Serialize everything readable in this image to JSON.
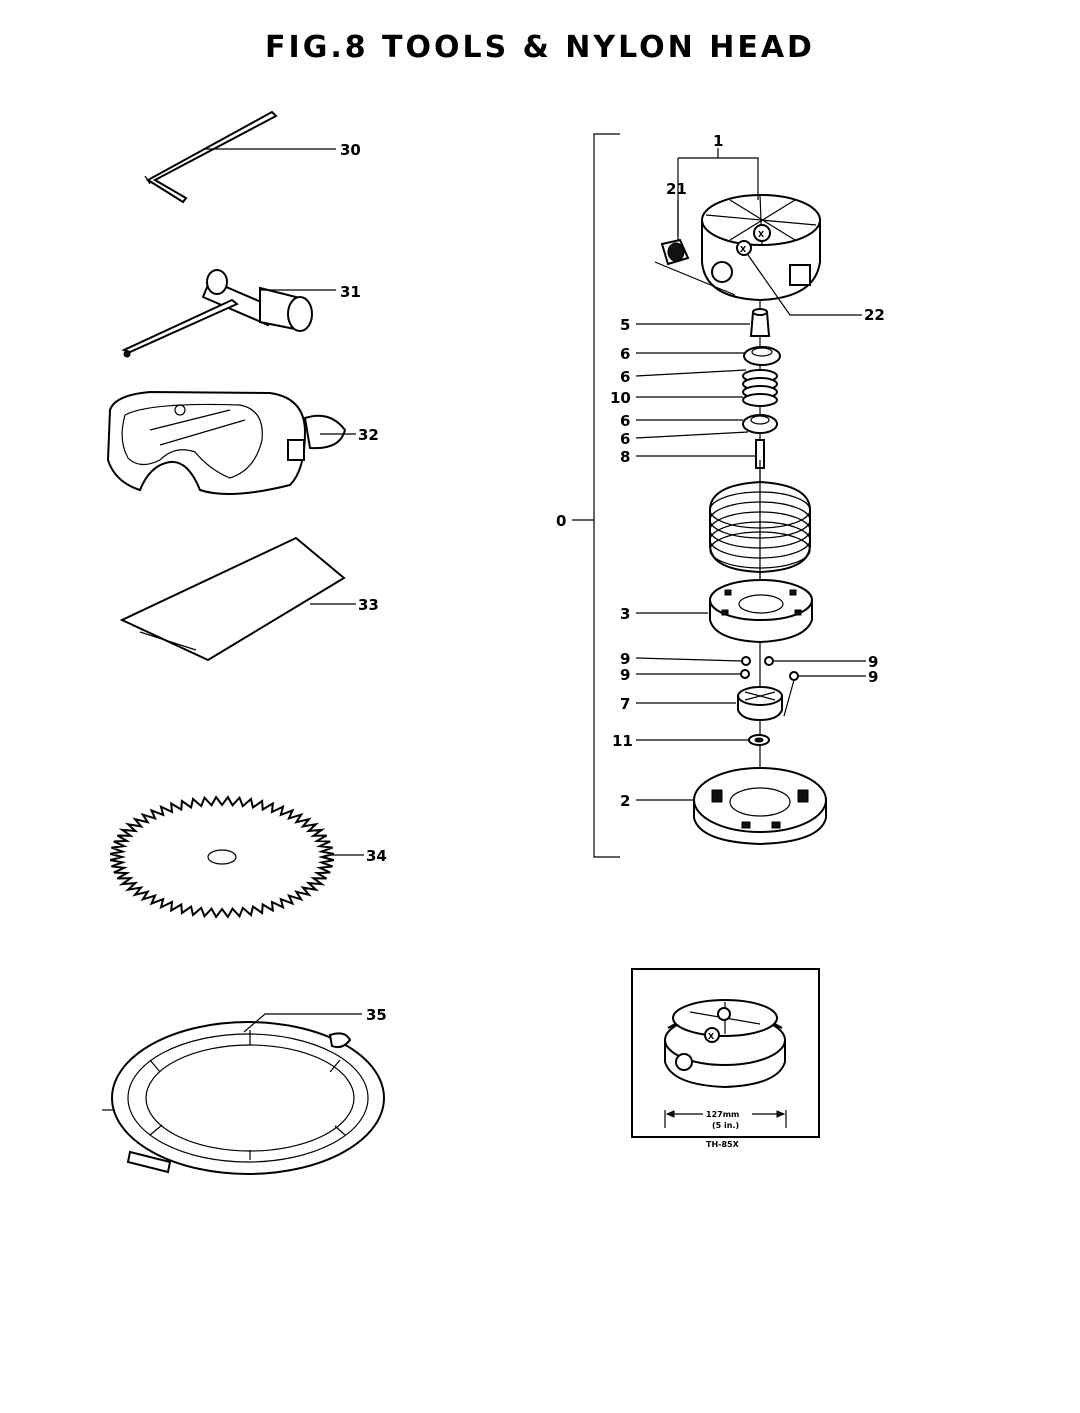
{
  "title": "FIG.8  TOOLS & NYLON HEAD",
  "callouts": {
    "c30": "30",
    "c31": "31",
    "c32": "32",
    "c33": "33",
    "c34": "34",
    "c35": "35",
    "c1": "1",
    "c21": "21",
    "c22": "22",
    "c5": "5",
    "c6a": "6",
    "c6b": "6",
    "c10": "10",
    "c6c": "6",
    "c6d": "6",
    "c8": "8",
    "c0": "0",
    "c3": "3",
    "c9a": "9",
    "c9b": "9",
    "c9c": "9",
    "c9d": "9",
    "c7": "7",
    "c11": "11",
    "c2": "2"
  },
  "inset": {
    "dimension_mm": "127mm",
    "dimension_in": "(5 in.)",
    "model": "TH-85X"
  }
}
